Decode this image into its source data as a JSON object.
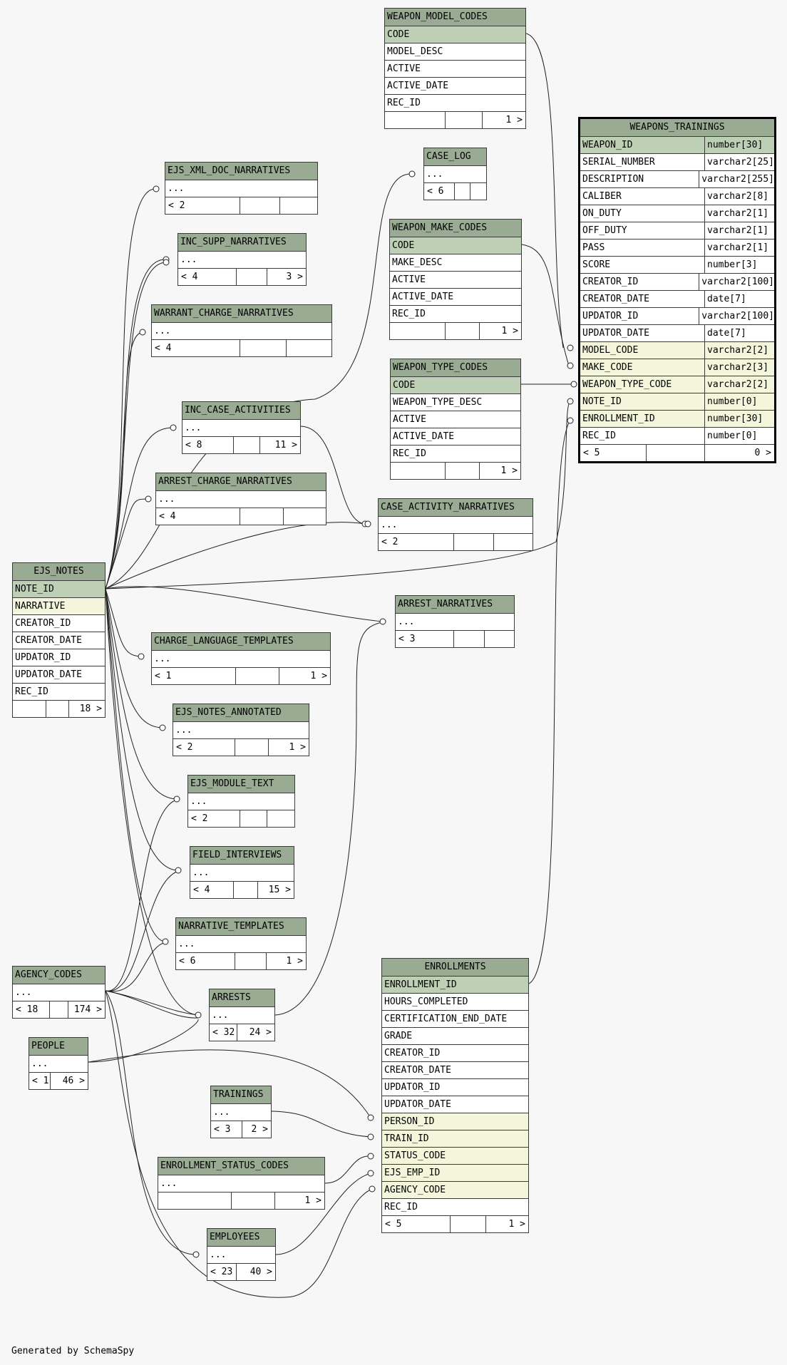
{
  "footer": "Generated by SchemaSpy",
  "colors": {
    "header": "#9aab94",
    "primary_key": "#bdd0b5",
    "foreign_key": "#f4f6dc",
    "border": "#3a3a3a",
    "background": "#f7f7f7"
  },
  "tables": {
    "weapon_model_codes": {
      "name": "WEAPON_MODEL_CODES",
      "columns": [
        "CODE",
        "MODEL_DESC",
        "ACTIVE",
        "ACTIVE_DATE",
        "REC_ID"
      ],
      "footer": [
        "",
        "",
        "1 >"
      ]
    },
    "weapons_trainings": {
      "name": "WEAPONS_TRAININGS",
      "columns": [
        {
          "name": "WEAPON_ID",
          "type": "number[30]"
        },
        {
          "name": "SERIAL_NUMBER",
          "type": "varchar2[25]"
        },
        {
          "name": "DESCRIPTION",
          "type": "varchar2[255]"
        },
        {
          "name": "CALIBER",
          "type": "varchar2[8]"
        },
        {
          "name": "ON_DUTY",
          "type": "varchar2[1]"
        },
        {
          "name": "OFF_DUTY",
          "type": "varchar2[1]"
        },
        {
          "name": "PASS",
          "type": "varchar2[1]"
        },
        {
          "name": "SCORE",
          "type": "number[3]"
        },
        {
          "name": "CREATOR_ID",
          "type": "varchar2[100]"
        },
        {
          "name": "CREATOR_DATE",
          "type": "date[7]"
        },
        {
          "name": "UPDATOR_ID",
          "type": "varchar2[100]"
        },
        {
          "name": "UPDATOR_DATE",
          "type": "date[7]"
        },
        {
          "name": "MODEL_CODE",
          "type": "varchar2[2]"
        },
        {
          "name": "MAKE_CODE",
          "type": "varchar2[3]"
        },
        {
          "name": "WEAPON_TYPE_CODE",
          "type": "varchar2[2]"
        },
        {
          "name": "NOTE_ID",
          "type": "number[0]"
        },
        {
          "name": "ENROLLMENT_ID",
          "type": "number[30]"
        },
        {
          "name": "REC_ID",
          "type": "number[0]"
        }
      ],
      "footer": [
        "< 5",
        "",
        "0 >"
      ]
    },
    "case_log": {
      "name": "CASE_LOG",
      "columns": [
        "..."
      ],
      "footer": [
        "< 6",
        "",
        ""
      ]
    },
    "ejs_xml_doc_narratives": {
      "name": "EJS_XML_DOC_NARRATIVES",
      "columns": [
        "..."
      ],
      "footer": [
        "< 2",
        "",
        ""
      ]
    },
    "weapon_make_codes": {
      "name": "WEAPON_MAKE_CODES",
      "columns": [
        "CODE",
        "MAKE_DESC",
        "ACTIVE",
        "ACTIVE_DATE",
        "REC_ID"
      ],
      "footer": [
        "",
        "",
        "1 >"
      ]
    },
    "inc_supp_narratives": {
      "name": "INC_SUPP_NARRATIVES",
      "columns": [
        "..."
      ],
      "footer": [
        "< 4",
        "",
        "3 >"
      ]
    },
    "warrant_charge_narratives": {
      "name": "WARRANT_CHARGE_NARRATIVES",
      "columns": [
        "..."
      ],
      "footer": [
        "< 4",
        "",
        ""
      ]
    },
    "weapon_type_codes": {
      "name": "WEAPON_TYPE_CODES",
      "columns": [
        "CODE",
        "WEAPON_TYPE_DESC",
        "ACTIVE",
        "ACTIVE_DATE",
        "REC_ID"
      ],
      "footer": [
        "",
        "",
        "1 >"
      ]
    },
    "inc_case_activities": {
      "name": "INC_CASE_ACTIVITIES",
      "columns": [
        "..."
      ],
      "footer": [
        "< 8",
        "",
        "11 >"
      ]
    },
    "arrest_charge_narratives": {
      "name": "ARREST_CHARGE_NARRATIVES",
      "columns": [
        "..."
      ],
      "footer": [
        "< 4",
        "",
        ""
      ]
    },
    "case_activity_narratives": {
      "name": "CASE_ACTIVITY_NARRATIVES",
      "columns": [
        "..."
      ],
      "footer": [
        "< 2",
        "",
        ""
      ]
    },
    "ejs_notes": {
      "name": "EJS_NOTES",
      "columns": [
        "NOTE_ID",
        "NARRATIVE",
        "CREATOR_ID",
        "CREATOR_DATE",
        "UPDATOR_ID",
        "UPDATOR_DATE",
        "REC_ID"
      ],
      "footer": [
        "",
        "",
        "18 >"
      ]
    },
    "arrest_narratives": {
      "name": "ARREST_NARRATIVES",
      "columns": [
        "..."
      ],
      "footer": [
        "< 3",
        "",
        ""
      ]
    },
    "charge_language_templates": {
      "name": "CHARGE_LANGUAGE_TEMPLATES",
      "columns": [
        "..."
      ],
      "footer": [
        "< 1",
        "",
        "1 >"
      ]
    },
    "ejs_notes_annotated": {
      "name": "EJS_NOTES_ANNOTATED",
      "columns": [
        "..."
      ],
      "footer": [
        "< 2",
        "",
        "1 >"
      ]
    },
    "ejs_module_text": {
      "name": "EJS_MODULE_TEXT",
      "columns": [
        "..."
      ],
      "footer": [
        "< 2",
        "",
        ""
      ]
    },
    "field_interviews": {
      "name": "FIELD_INTERVIEWS",
      "columns": [
        "..."
      ],
      "footer": [
        "< 4",
        "",
        "15 >"
      ]
    },
    "narrative_templates": {
      "name": "NARRATIVE_TEMPLATES",
      "columns": [
        "..."
      ],
      "footer": [
        "< 6",
        "",
        "1 >"
      ]
    },
    "agency_codes": {
      "name": "AGENCY_CODES",
      "columns": [
        "..."
      ],
      "footer": [
        "< 18",
        "",
        "174 >"
      ]
    },
    "enrollments": {
      "name": "ENROLLMENTS",
      "columns": [
        "ENROLLMENT_ID",
        "HOURS_COMPLETED",
        "CERTIFICATION_END_DATE",
        "GRADE",
        "CREATOR_ID",
        "CREATOR_DATE",
        "UPDATOR_ID",
        "UPDATOR_DATE",
        "PERSON_ID",
        "TRAIN_ID",
        "STATUS_CODE",
        "EJS_EMP_ID",
        "AGENCY_CODE",
        "REC_ID"
      ],
      "footer": [
        "< 5",
        "",
        "1 >"
      ]
    },
    "arrests": {
      "name": "ARRESTS",
      "columns": [
        "..."
      ],
      "footer": [
        "< 32",
        "24 >"
      ]
    },
    "people": {
      "name": "PEOPLE",
      "columns": [
        "..."
      ],
      "footer": [
        "< 1",
        "46 >"
      ]
    },
    "trainings": {
      "name": "TRAININGS",
      "columns": [
        "..."
      ],
      "footer": [
        "< 3",
        "2 >"
      ]
    },
    "enrollment_status_codes": {
      "name": "ENROLLMENT_STATUS_CODES",
      "columns": [
        "..."
      ],
      "footer": [
        "",
        "",
        "1 >"
      ]
    },
    "employees": {
      "name": "EMPLOYEES",
      "columns": [
        "..."
      ],
      "footer": [
        "< 23",
        "40 >"
      ]
    }
  }
}
